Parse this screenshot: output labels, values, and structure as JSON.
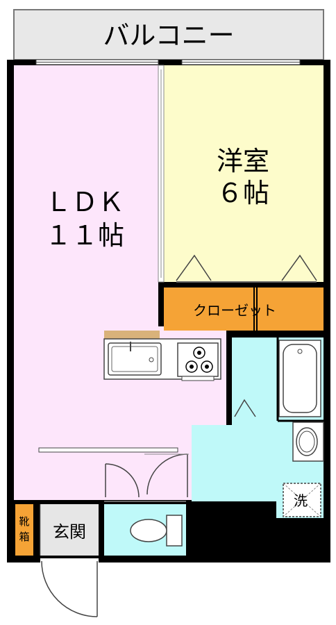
{
  "plan": {
    "balcony": {
      "label": "バルコニー"
    },
    "ldk": {
      "name": "ＬＤＫ",
      "size": "１１帖"
    },
    "western_room": {
      "name": "洋室",
      "size": "６帖"
    },
    "closet": {
      "label": "クローゼット"
    },
    "entrance": {
      "label": "玄関"
    },
    "shoe_box": {
      "label_line1": "靴",
      "label_line2": "箱"
    },
    "washer": {
      "label": "洗"
    }
  },
  "colors": {
    "wall": "#000000",
    "ldk": "#fde6fb",
    "western_room": "#fdfccb",
    "closet": "#f5a336",
    "wet_area": "#bff9f9",
    "balcony": "#e8e8e8",
    "entrance": "#e6e6e6",
    "shoe_box": "#f5a336",
    "kitchen_counter": "#d9b27a"
  }
}
